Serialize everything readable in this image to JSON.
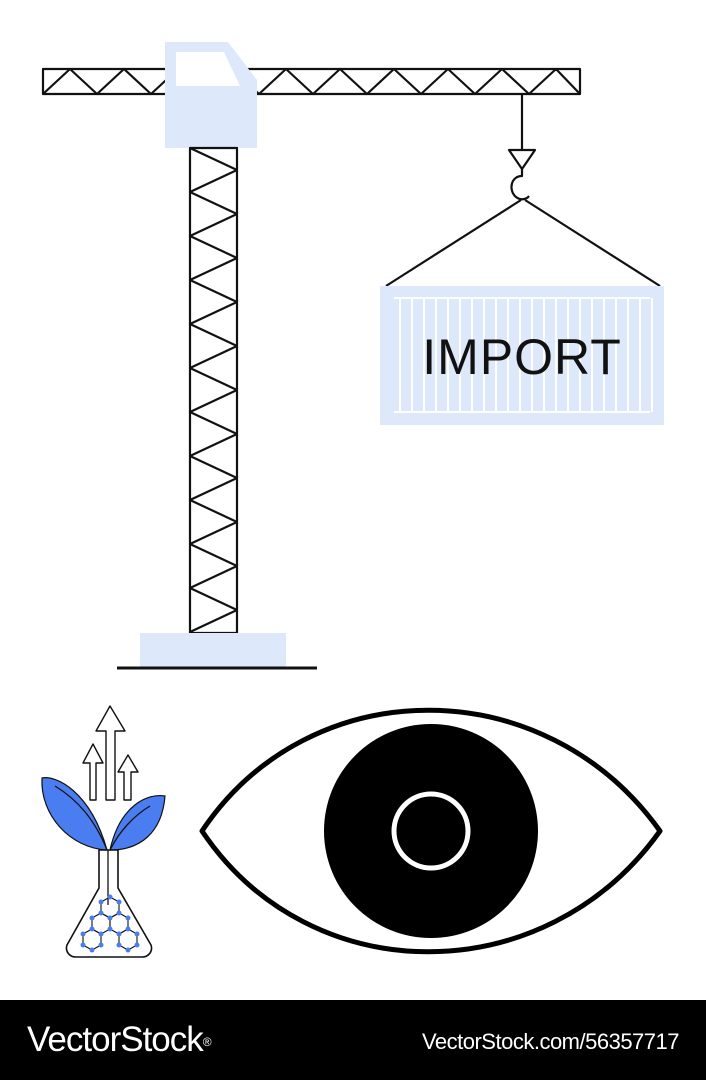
{
  "illustration": {
    "container_label": "IMPORT",
    "colors": {
      "outline": "#111111",
      "fill_light": "#dde8fb",
      "leaf_blue": "#4a7df0",
      "background": "#ffffff"
    },
    "icons": [
      "tower-crane-icon",
      "shipping-container-icon",
      "plant-flask-icon",
      "eye-icon"
    ]
  },
  "footer": {
    "brand": "VectorStock",
    "brand_mark": "®",
    "image_id": "VectorStock.com/56357717"
  }
}
